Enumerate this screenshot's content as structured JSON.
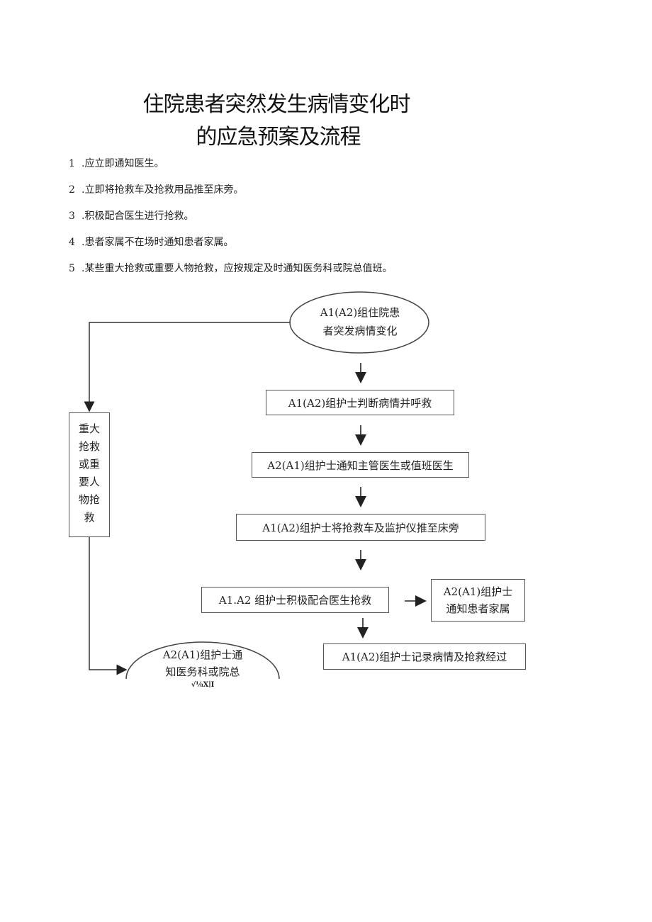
{
  "title": {
    "line1": "住院患者突然发生病情变化时",
    "line2": "的应急预案及流程"
  },
  "steps": [
    {
      "num": "1",
      "text": ".应立即通知医生。"
    },
    {
      "num": "2",
      "text": ".立即将抢救车及抢救用品推至床旁。"
    },
    {
      "num": "3",
      "text": ".积极配合医生进行抢救。"
    },
    {
      "num": "4",
      "text": ".患者家属不在场时通知患者家属。"
    },
    {
      "num": "5",
      "text": ".某些重大抢救或重要人物抢救，应按规定及时通知医务科或院总值班。"
    }
  ],
  "flowchart": {
    "start": {
      "line1": "A1(A2)组住院患",
      "line2": "者突发病情变化"
    },
    "box1": "A1(A2)组护士判断病情并呼救",
    "box2": "A2(A1)组护士通知主管医生或值班医生",
    "box3": "A1(A2)组护士将抢救车及监护仪推至床旁",
    "box4": "A1.A2 组护士积极配合医生抢救",
    "box5": {
      "line1": "A2(A1)组护士",
      "line2": "通知患者家属"
    },
    "box6": "A1(A2)组护士记录病情及抢救经过",
    "side_box": "重大\n抢救\n或重\n要人\n物抢\n救",
    "end": {
      "line1": "A2(A1)组护士通",
      "line2": "知医务科或院总",
      "line3": "√⅛X∣I"
    }
  }
}
